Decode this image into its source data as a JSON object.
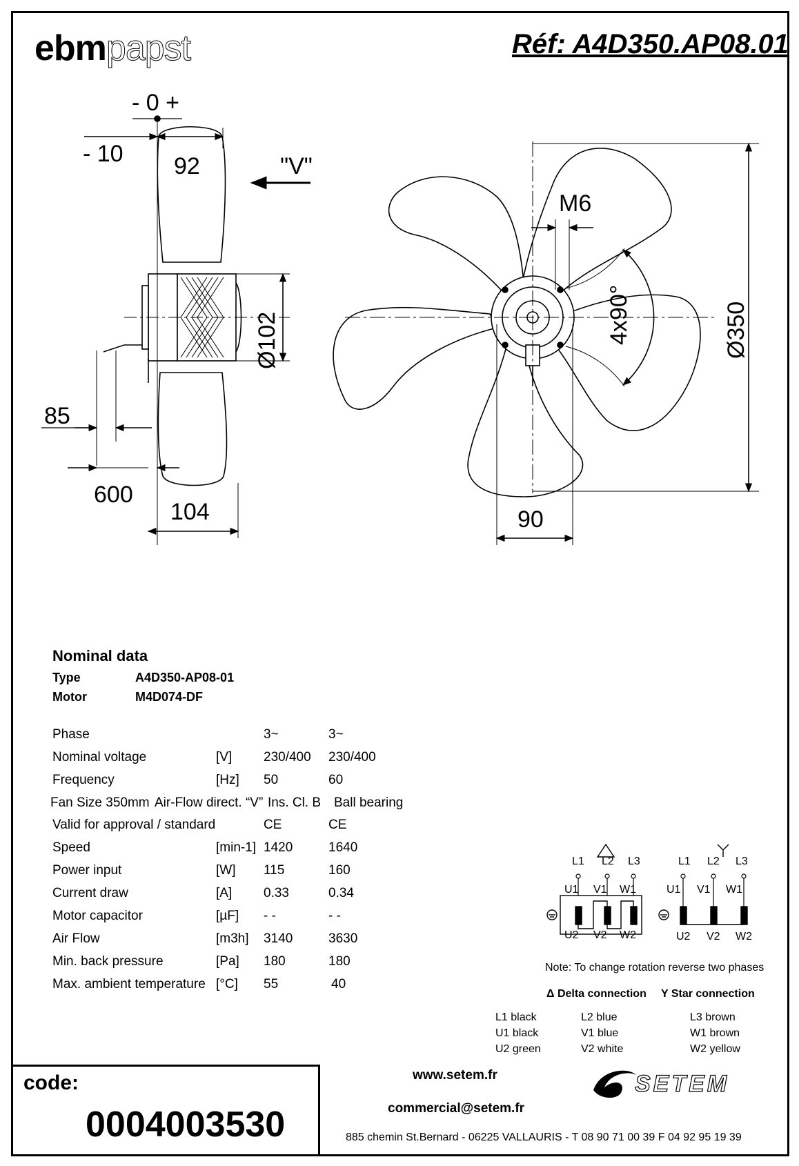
{
  "header": {
    "logo_bold": "ebm",
    "logo_light": "papst",
    "reference": "Réf: A4D350.AP08.01"
  },
  "drawing": {
    "side_view": {
      "offset_label": "- 0 +",
      "minus_ten": "- 10",
      "width_92": "92",
      "direction_label": "\"V\"",
      "diameter_102": "Ø102",
      "cable_85": "85",
      "cable_600": "600",
      "depth_104": "104"
    },
    "front_view": {
      "thread": "M6",
      "angle": "4x90°",
      "diameter_350": "Ø350",
      "hub_90": "90"
    }
  },
  "nominal": {
    "title": "Nominal data",
    "type_label": "Type",
    "type_value": "A4D350-AP08-01",
    "motor_label": "Motor",
    "motor_value": "M4D074-DF",
    "rows": [
      {
        "label": "Phase",
        "unit": "",
        "v50": "3~",
        "v60": "3~"
      },
      {
        "label": "Nominal voltage",
        "unit": "[V]",
        "v50": "230/400",
        "v60": "230/400"
      },
      {
        "label": "Frequency",
        "unit": "[Hz]",
        "v50": "50",
        "v60": "60"
      },
      {
        "label": "Valid for approval / standard",
        "unit": "",
        "v50": "CE",
        "v60": "CE"
      },
      {
        "label": "Speed",
        "unit": "[min-1]",
        "v50": "1420",
        "v60": "1640"
      },
      {
        "label": "Power input",
        "unit": "[W]",
        "v50": "115",
        "v60": "160"
      },
      {
        "label": "Current draw",
        "unit": "[A]",
        "v50": "0.33",
        "v60": "0.34"
      },
      {
        "label": "Motor capacitor",
        "unit": "[µF]",
        "v50": "- -",
        "v60": "- -"
      },
      {
        "label": "Air Flow",
        "unit": "[m3h]",
        "v50": "3140",
        "v60": "3630"
      },
      {
        "label": "Min. back pressure",
        "unit": "[Pa]",
        "v50": "180",
        "v60": "180"
      },
      {
        "label": "Max. ambient temperature",
        "unit": "[°C]",
        "v50": "55",
        "v60": "40"
      }
    ],
    "extra_line": {
      "fan_size": "Fan Size 350mm",
      "airflow": "Air-Flow direct. “V”",
      "ins": "Ins. Cl. B",
      "bearing": "Ball bearing"
    }
  },
  "wiring": {
    "delta_symbol": "△",
    "star_symbol": "⅄",
    "line_labels": [
      "L1",
      "L2",
      "L3"
    ],
    "top_labels": [
      "U1",
      "V1",
      "W1"
    ],
    "bottom_labels": [
      "U2",
      "V2",
      "W2"
    ],
    "note": "Note:  To change rotation reverse two phases",
    "delta_connection": "Δ  Delta connection",
    "star_connection": "Y   Star connection",
    "colors": [
      [
        "L1  black",
        "L2  blue",
        "L3  brown"
      ],
      [
        "U1  black",
        "V1  blue",
        "W1  brown"
      ],
      [
        "U2  green",
        "V2  white",
        "W2  yellow"
      ]
    ]
  },
  "footer": {
    "code_label": "code:",
    "code_value": "0004003530",
    "website": "www.setem.fr",
    "email": "commercial@setem.fr",
    "address": "885 chemin St.Bernard  -  06225 VALLAURIS  -  T 08 90 71 00 39   F 04 92 95 19 39",
    "brand": "SETEM"
  }
}
